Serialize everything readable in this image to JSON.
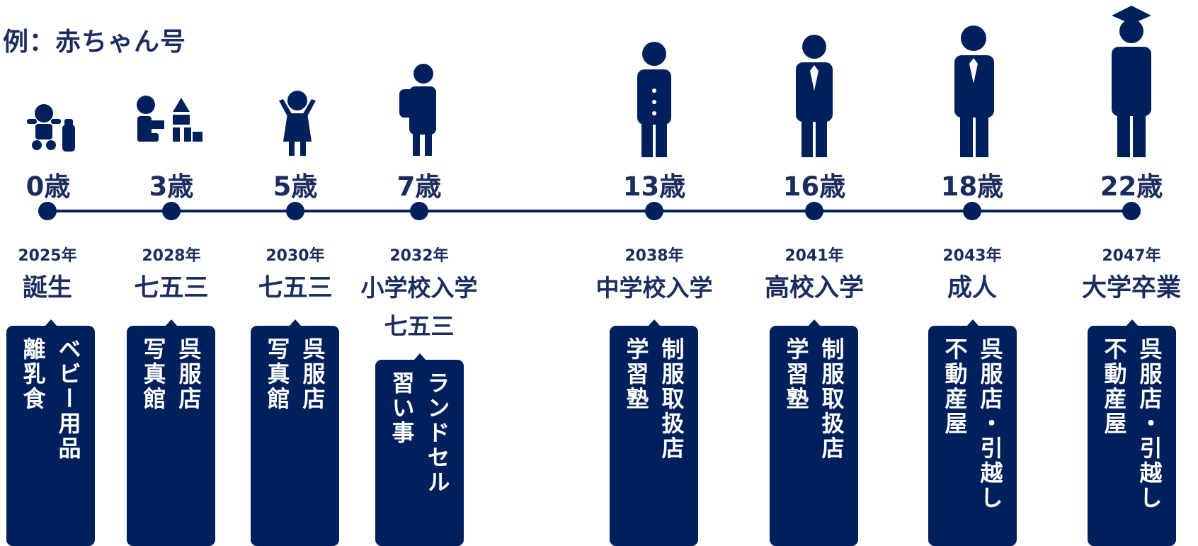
{
  "title": "例：赤ちゃん号",
  "colors": {
    "navy": "#00205b",
    "text": "#1a2d5e"
  },
  "milestones": [
    {
      "age": "0歳",
      "year": "2025年",
      "event": "誕生",
      "event2": "",
      "icon": "baby-bottle-icon",
      "services": [
        "ベビー用品",
        "離乳食"
      ]
    },
    {
      "age": "3歳",
      "year": "2028年",
      "event": "七五三",
      "event2": "",
      "icon": "child-blocks-icon",
      "services": [
        "呉服店",
        "写真館"
      ]
    },
    {
      "age": "5歳",
      "year": "2030年",
      "event": "七五三",
      "event2": "",
      "icon": "child-arms-up-icon",
      "services": [
        "呉服店",
        "写真館"
      ]
    },
    {
      "age": "7歳",
      "year": "2032年",
      "event": "小学校入学",
      "event2": "七五三",
      "icon": "schoolchild-backpack-icon",
      "services": [
        "ランドセル",
        "習い事"
      ]
    },
    {
      "age": "13歳",
      "year": "2038年",
      "event": "中学校入学",
      "event2": "",
      "icon": "student-uniform-icon",
      "services": [
        "制服取扱店",
        "学習塾"
      ]
    },
    {
      "age": "16歳",
      "year": "2041年",
      "event": "高校入学",
      "event2": "",
      "icon": "student-suit-icon",
      "services": [
        "制服取扱店",
        "学習塾"
      ]
    },
    {
      "age": "18歳",
      "year": "2043年",
      "event": "成人",
      "event2": "",
      "icon": "adult-suit-icon",
      "services": [
        "呉服店・引越し",
        "不動産屋"
      ]
    },
    {
      "age": "22歳",
      "year": "2047年",
      "event": "大学卒業",
      "event2": "",
      "icon": "graduate-cap-icon",
      "services": [
        "呉服店・引越し",
        "不動産屋"
      ]
    }
  ]
}
